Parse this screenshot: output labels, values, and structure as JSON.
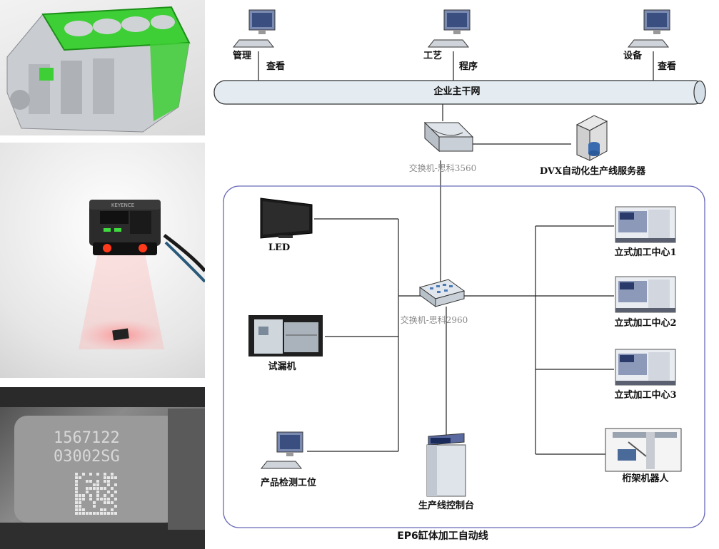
{
  "top_terminals": [
    {
      "left_label": "管理",
      "right_label": "查看"
    },
    {
      "left_label": "工艺",
      "right_label": "程序"
    },
    {
      "left_label": "设备",
      "right_label": "查看"
    }
  ],
  "backbone_label": "企业主干网",
  "core_switch_label": "交换机-思科3560",
  "server_label": "DVX自动化生产线服务器",
  "access_switch_label": "交换机-思科2960",
  "left_devices": [
    {
      "label": "LED"
    },
    {
      "label": "试漏机"
    },
    {
      "label": "产品检测工位"
    }
  ],
  "console_label": "生产线控制台",
  "right_devices": [
    {
      "label": "立式加工中心1"
    },
    {
      "label": "立式加工中心2"
    },
    {
      "label": "立式加工中心3"
    },
    {
      "label": "桁架机器人"
    }
  ],
  "line_title": "EP6缸体加工自动线",
  "scanner_text": "KEYENCE",
  "engraved_code": [
    "1567122",
    "03002SG"
  ],
  "colors": {
    "cad_green": "#22c41e",
    "frame_blue": "#6a6ab8",
    "pipe": "#e4ecf2"
  }
}
